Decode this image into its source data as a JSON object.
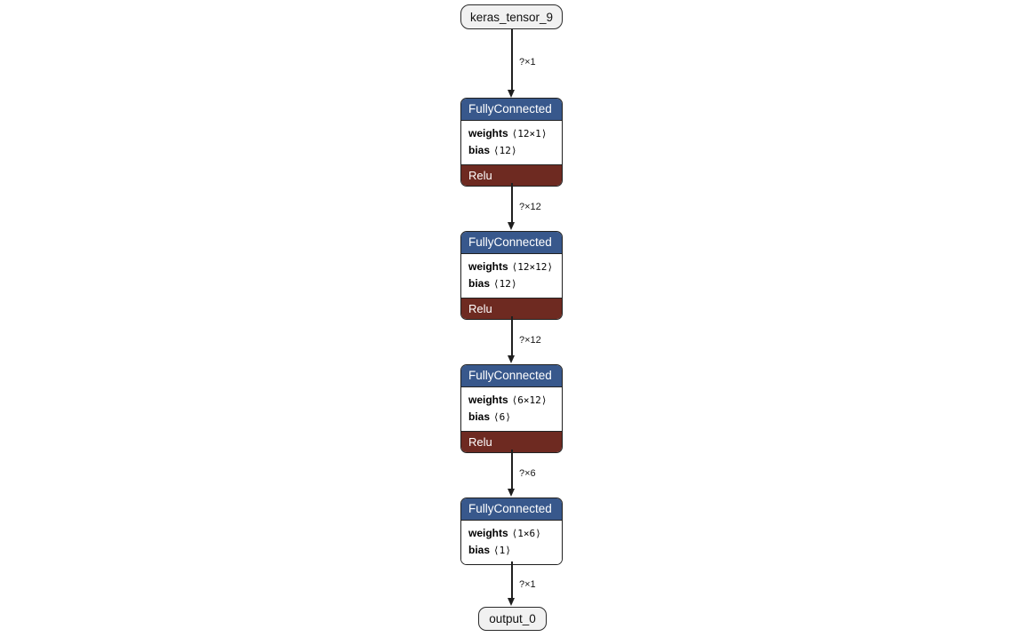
{
  "graph": {
    "background_color": "#ffffff",
    "colors": {
      "layer_header_bg": "#38588c",
      "layer_header_text": "#ffffff",
      "activation_bg": "#6e2a21",
      "activation_text": "#ffffff",
      "io_node_bg": "#f1f1f1",
      "node_border": "#222222",
      "edge_color": "#1f1f1f"
    },
    "input_node": {
      "label": "keras_tensor_9"
    },
    "output_node": {
      "label": "output_0"
    },
    "edges": [
      {
        "label": "?×1"
      },
      {
        "label": "?×12"
      },
      {
        "label": "?×12"
      },
      {
        "label": "?×6"
      },
      {
        "label": "?×1"
      }
    ],
    "nodes": [
      {
        "type": "FullyConnected",
        "activation": "Relu",
        "attributes": [
          {
            "name": "weights",
            "value": "⟨12×1⟩"
          },
          {
            "name": "bias",
            "value": "⟨12⟩"
          }
        ]
      },
      {
        "type": "FullyConnected",
        "activation": "Relu",
        "attributes": [
          {
            "name": "weights",
            "value": "⟨12×12⟩"
          },
          {
            "name": "bias",
            "value": "⟨12⟩"
          }
        ]
      },
      {
        "type": "FullyConnected",
        "activation": "Relu",
        "attributes": [
          {
            "name": "weights",
            "value": "⟨6×12⟩"
          },
          {
            "name": "bias",
            "value": "⟨6⟩"
          }
        ]
      },
      {
        "type": "FullyConnected",
        "activation": null,
        "attributes": [
          {
            "name": "weights",
            "value": "⟨1×6⟩"
          },
          {
            "name": "bias",
            "value": "⟨1⟩"
          }
        ]
      }
    ]
  }
}
